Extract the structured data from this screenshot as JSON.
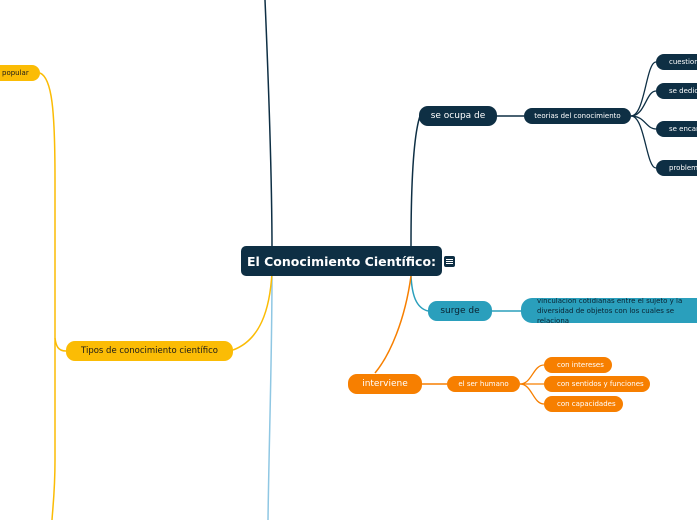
{
  "central": {
    "title": "El Conocimiento Científico:"
  },
  "branches": {
    "se_ocupa_de": {
      "label": "se ocupa de",
      "child": "teorias del conocimiento",
      "leaves": [
        "cuestiona",
        "se dedica",
        "se encarga",
        "problemas"
      ]
    },
    "surge_de": {
      "label": "surge de",
      "child": "vinculacion cotidianas entre el sujeto  y la diversidad de objetos con los cuales se relaciona"
    },
    "interviene": {
      "label": "interviene",
      "child": "el ser humano",
      "leaves": [
        "con intereses",
        "con sentidos y funciones",
        "con capacidades"
      ]
    },
    "tipos": {
      "label": "Tipos de conocimiento científico"
    },
    "popular": {
      "label": "popular"
    }
  },
  "colors": {
    "dark": "#0e2f44",
    "orange": "#f77f00",
    "yellow": "#fbbc05",
    "teal": "#2a9fbc",
    "light_blue": "#8fc7e3"
  },
  "icons": {
    "note": "note-icon"
  }
}
